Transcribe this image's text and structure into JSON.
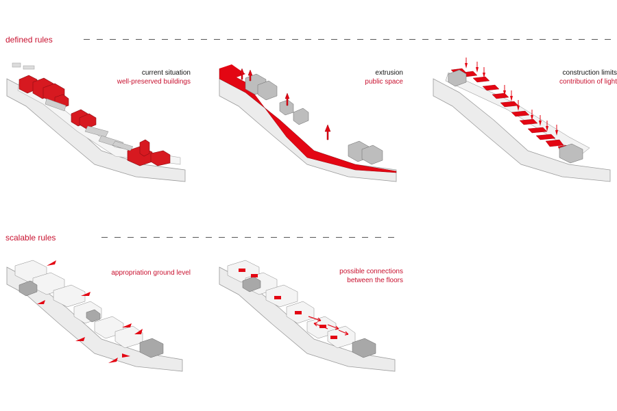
{
  "sections": {
    "defined": {
      "title": "defined rules"
    },
    "scalable": {
      "title": "scalable rules"
    }
  },
  "panels": [
    {
      "line1": "current situation",
      "line2": "well-preserved buildings"
    },
    {
      "line1": "extrusion",
      "line2": "public space"
    },
    {
      "line1": "construction limits",
      "line2": "contribution of light"
    },
    {
      "line1": "",
      "line2": "appropriation ground level"
    },
    {
      "line1": "",
      "line2": "possible connections",
      "line3": "between the floors"
    }
  ],
  "colors": {
    "accent": "#e30613",
    "dark": "#8c8c8c",
    "light": "#e6e6e6",
    "outline": "#777777"
  }
}
